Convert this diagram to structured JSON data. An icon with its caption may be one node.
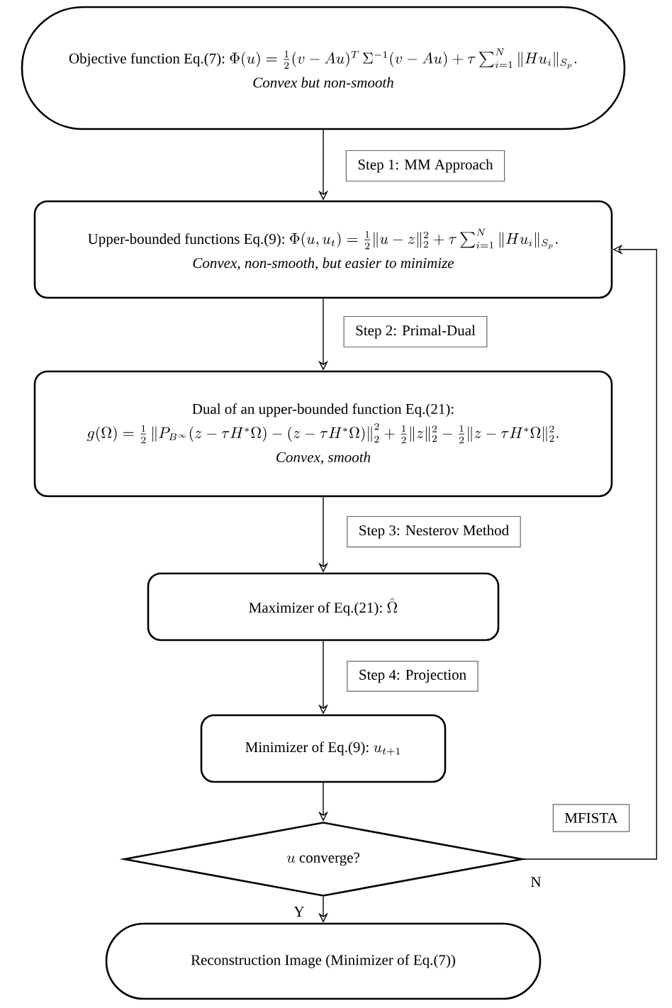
{
  "diagram": {
    "nodes": [
      {
        "text": [
          "Objective function Eq.(7):",
          "\\Phi(u)=\\frac{1}{2}(v-Au)^{T}\\,\\Sigma^{-1}(v-Au)+\\tau\\sum_{i=1}^{N}\\|Hu_i\\|_{S_p}.",
          "Convex but non-smooth"
        ]
      },
      {
        "text": [
          "Upper-bounded functions Eq.(9):",
          "\\Phi(u,u_t)=\\frac{1}{2}\\|u-z\\|_2^2+\\tau\\sum_{i=1}^{N}\\|Hu_i\\|_{S_p}.",
          "Convex, non-smooth, but easier to minimize"
        ]
      },
      {
        "text": [
          "Dual of an upper-bounded function Eq.(21):",
          "g(\\Omega)=\\frac{1}{2}\\left\\|P_{B^{\\infty}}(z-\\tau H^{*}\\Omega)-(z-\\tau H^{*}\\Omega)\\right\\|_2^2+\\frac{1}{2}\\|z\\|_2^2-\\frac{1}{2}\\|z-\\tau H^{*}\\Omega\\|_2^2.",
          "Convex, smooth"
        ]
      },
      {
        "text": [
          "Maximizer of Eq.(21):",
          "\\hat{\\Omega}"
        ]
      },
      {
        "text": [
          "Minimizer of Eq.(9):",
          "u_{t+1}"
        ]
      },
      {
        "text": [
          "u",
          "converge?"
        ]
      },
      {
        "text": [
          "Reconstruction Image (Minimizer of Eq.(7))"
        ]
      }
    ],
    "edges": [
      {
        "from": 0,
        "to": 1,
        "arrow": "to",
        "label": "Step 1: MM Approach"
      },
      {
        "from": 1,
        "to": 2,
        "arrow": "to",
        "label": "Step 2: Primal-Dual"
      },
      {
        "from": 2,
        "to": 3,
        "arrow": "to",
        "label": "Step 3: Nesterov Method"
      },
      {
        "from": 3,
        "to": 4,
        "arrow": "to",
        "label": "Step 4: Projection"
      },
      {
        "from": 4,
        "to": 5,
        "arrow": "to"
      },
      {
        "from": 5,
        "to": 6,
        "arrow": "to",
        "label": "Y"
      },
      {
        "from": 5,
        "to": 1,
        "arrow": "to",
        "label": "MFISTA"
      }
    ],
    "labels": [
      "N"
    ]
  }
}
